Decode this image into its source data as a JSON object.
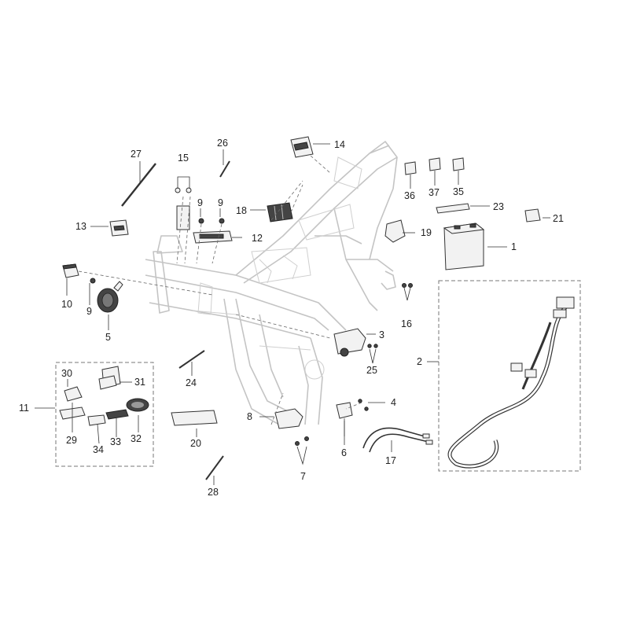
{
  "diagram": {
    "callouts": [
      "1",
      "2",
      "3",
      "4",
      "5",
      "6",
      "7",
      "8",
      "9",
      "10",
      "11",
      "12",
      "13",
      "14",
      "15",
      "16",
      "17",
      "18",
      "19",
      "20",
      "21",
      "23",
      "24",
      "25",
      "26",
      "27",
      "28",
      "29",
      "30",
      "31",
      "32",
      "33",
      "34",
      "35",
      "36",
      "37"
    ],
    "repeated_callout": "9"
  }
}
